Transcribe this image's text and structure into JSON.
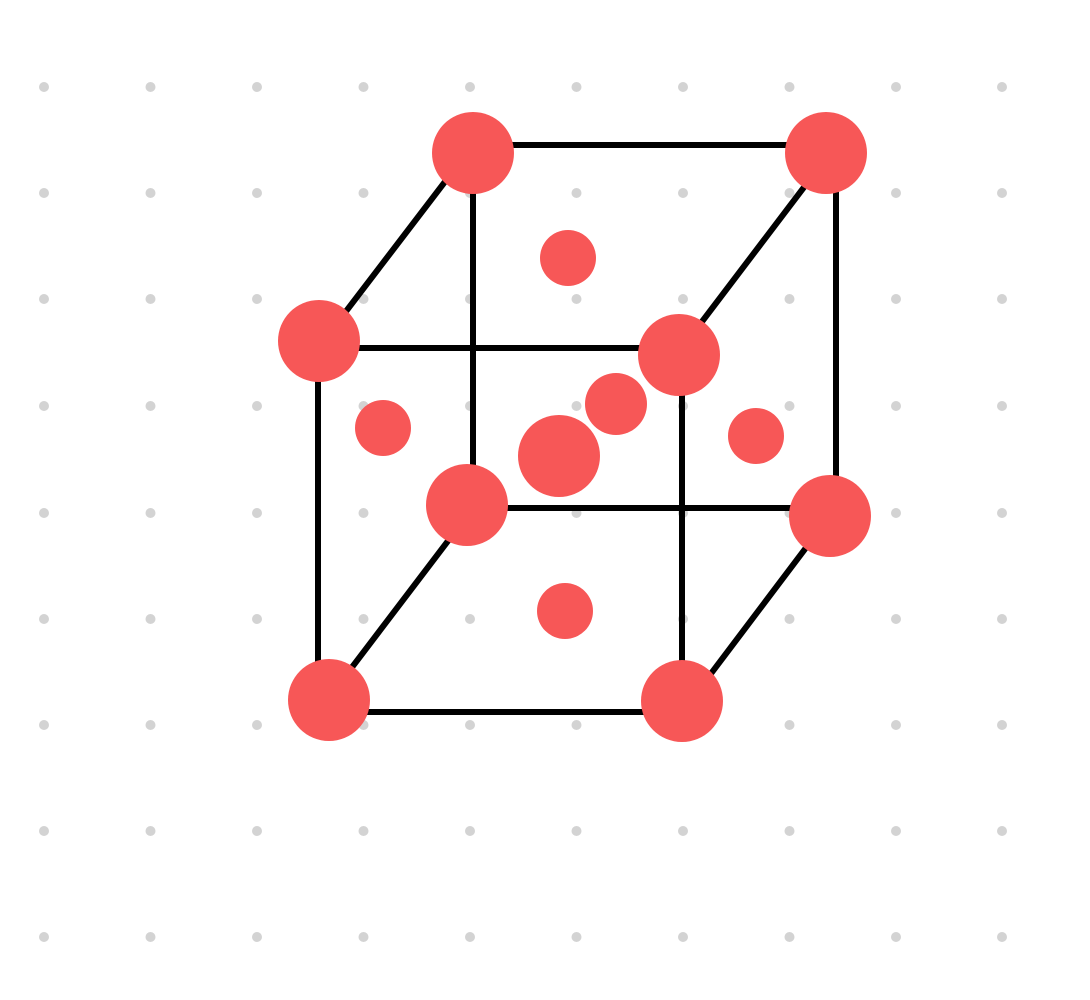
{
  "diagram": {
    "type": "face-centered cubic unit cell",
    "colors": {
      "background": "#ffffff",
      "grid_dot": "#d3d3d3",
      "edge": "#000000",
      "atom": "#f75757"
    },
    "atom_counts": {
      "corner_atoms": 8,
      "face_center_atoms": 6
    }
  }
}
